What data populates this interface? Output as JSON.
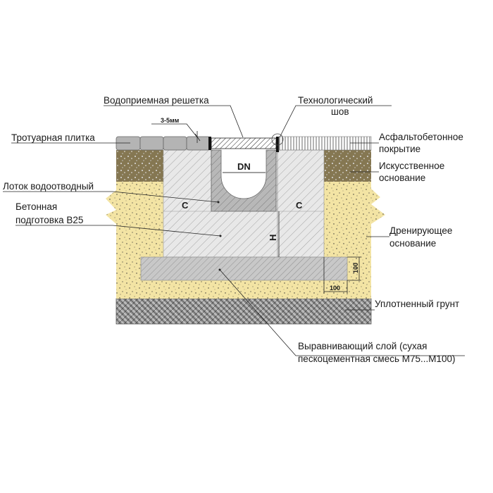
{
  "labels": {
    "grate": "Водоприемная решетка",
    "joint_1": "Технологический",
    "joint_2": "шов",
    "gap": "3-5мм",
    "paving": "Тротуарная плитка",
    "asphalt_1": "Асфальтобетонное",
    "asphalt_2": "покрытие",
    "artificial_1": "Искусственное",
    "artificial_2": "основание",
    "channel": "Лоток водоотводный",
    "concrete_1": "Бетонная",
    "concrete_2": "подготовка B25",
    "drain_1": "Дренирующее",
    "drain_2": "основание",
    "ground": "Уплотненный  грунт",
    "leveling_1": "Выравнивающий слой (сухая",
    "leveling_2": "пескоцементная смесь М75...М100)"
  },
  "dimensions": {
    "dn": "DN",
    "c_left": "C",
    "c_right": "C",
    "h": "H",
    "vertical_100": "100",
    "horizontal_100": "100"
  },
  "colors": {
    "sand": "#f3e4a4",
    "soil": "#8a7c55",
    "concrete": "#e6e6e6",
    "channel": "#b5b5b5",
    "ground": "#9a9a9a"
  }
}
